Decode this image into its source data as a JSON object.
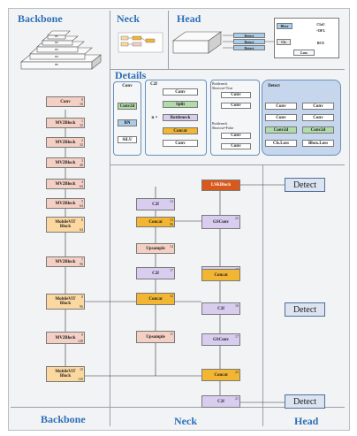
{
  "sections": {
    "backbone_top": "Backbone",
    "neck_top": "Neck",
    "head_top": "Head",
    "details": "Details",
    "backbone_bottom": "Backbone",
    "neck_bottom": "Neck",
    "head_bottom": "Head"
  },
  "overview": {
    "pyramid_labels": [
      "P1",
      "P2",
      "P3",
      "P4",
      "P5"
    ],
    "head_detect": [
      "Detect",
      "Detect",
      "Detect"
    ],
    "loss": {
      "bbox": "Bbox",
      "cls": "Cls",
      "loss": "Loss",
      "ciou": "CIoU",
      "dfl": "+DFL",
      "bce": "BCE"
    }
  },
  "details": {
    "conv_panel": {
      "title": "Conv",
      "items": [
        "Conv2d",
        "BN",
        "SiLU"
      ]
    },
    "c2f_panel": {
      "title": "C2f",
      "items": [
        "Conv",
        "Split",
        "Bottleneck",
        "Concat",
        "Conv"
      ],
      "repeat": "n ×"
    },
    "bottleneck_panel": {
      "title_true": "Bottleneck",
      "sub_true": "Shortcut=True",
      "title_false": "Bottleneck",
      "sub_false": "Shortcut=False",
      "items": [
        "Conv",
        "Conv",
        "Conv",
        "Conv"
      ]
    },
    "detect_panel": {
      "title": "Detect",
      "items": [
        "Conv",
        "Conv",
        "Conv",
        "Conv",
        "Conv2d",
        "Conv2d"
      ],
      "losses": [
        "Cls.Loss",
        "Bbox.Loss"
      ]
    }
  },
  "backbone": [
    {
      "label": "Conv",
      "idx": "0",
      "ch": "16"
    },
    {
      "label": "MV2Block",
      "idx": "1",
      "ch": "32"
    },
    {
      "label": "MV2Block",
      "idx": "2",
      "ch": "32"
    },
    {
      "label": "MV2Block",
      "idx": "3",
      "ch": "48"
    },
    {
      "label": "MV2Block",
      "idx": "4",
      "ch": "64"
    },
    {
      "label": "MV2Block",
      "idx": "5",
      "ch": "64"
    },
    {
      "label": "MobileViT Block",
      "idx": "6",
      "ch": "64"
    },
    {
      "label": "MV2Block",
      "idx": "7",
      "ch": "96"
    },
    {
      "label": "MobileViT Block",
      "idx": "8",
      "ch": "96"
    },
    {
      "label": "MV2Block",
      "idx": "9",
      "ch": "128"
    },
    {
      "label": "MobileViT Block",
      "idx": "10",
      "ch": "128"
    }
  ],
  "neck": [
    {
      "label": "C2f",
      "idx": "12",
      "ch": ""
    },
    {
      "label": "Concat",
      "idx": "13",
      "ch": "96"
    },
    {
      "label": "Upsample",
      "idx": "14",
      "ch": ""
    },
    {
      "label": "C2f",
      "idx": "17",
      "ch": ""
    },
    {
      "label": "Concat",
      "idx": "12",
      "ch": ""
    },
    {
      "label": "Upsample",
      "idx": "11",
      "ch": ""
    }
  ],
  "neck2": [
    {
      "label": "LSKBlock",
      "idx": "",
      "ch": ""
    },
    {
      "label": "GSConv",
      "idx": "22",
      "ch": ""
    },
    {
      "label": "C2f",
      "idx": "19",
      "ch": ""
    },
    {
      "label": "Concat",
      "idx": "",
      "ch": ""
    },
    {
      "label": "C2f",
      "idx": "16",
      "ch": ""
    },
    {
      "label": "GSConv",
      "idx": "17",
      "ch": ""
    },
    {
      "label": "Concat",
      "idx": "22",
      "ch": ""
    },
    {
      "label": "C2f",
      "idx": "21",
      "ch": ""
    }
  ],
  "head": [
    "Detect",
    "Detect",
    "Detect"
  ]
}
